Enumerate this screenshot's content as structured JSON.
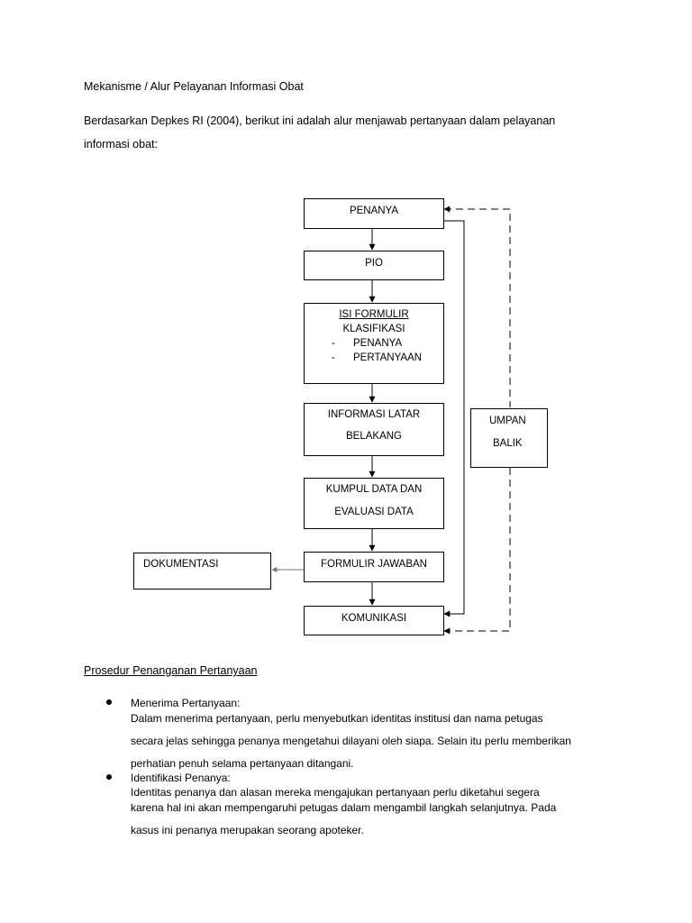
{
  "heading": {
    "title": "Mekanisme / Alur Pelayanan Informasi Obat",
    "intro_line1": "Berdasarkan Depkes RI (2004), berikut ini adalah alur menjawab pertanyaan dalam pelayanan",
    "intro_line2": "informasi obat:"
  },
  "flowchart": {
    "penanya": "PENANYA",
    "pio": "PIO",
    "isi_formulir": {
      "title": "ISI FORMULIR",
      "subtitle": "KLASIFIKASI",
      "items": [
        {
          "dash": "-",
          "label": "PENANYA"
        },
        {
          "dash": "-",
          "label": "PERTANYAAN"
        }
      ]
    },
    "informasi_latar": {
      "line1": "INFORMASI LATAR",
      "line2": "BELAKANG"
    },
    "kumpul_data": {
      "line1": "KUMPUL DATA DAN",
      "line2": "EVALUASI DATA"
    },
    "formulir_jawaban": "FORMULIR JAWABAN",
    "dokumentasi": "DOKUMENTASI",
    "komunikasi": "KOMUNIKASI",
    "umpan_balik": {
      "line1": "UMPAN",
      "line2": "BALIK"
    }
  },
  "procedure": {
    "title": "Prosedur Penanganan Pertanyaan",
    "items": [
      {
        "heading": "Menerima Pertanyaan:",
        "lines": [
          "Dalam menerima pertanyaan, perlu menyebutkan identitas institusi dan nama petugas",
          "secara jelas sehingga penanya mengetahui dilayani oleh siapa. Selain itu perlu memberikan",
          "perhatian penuh selama pertanyaan ditangani."
        ]
      },
      {
        "heading": "Identifikasi Penanya:",
        "lines": [
          "Identitas penanya dan alasan mereka mengajukan pertanyaan perlu diketahui segera",
          "karena hal ini akan mempengaruhi petugas dalam mengambil langkah selanjutnya. Pada",
          "kasus ini penanya merupakan seorang apoteker."
        ]
      }
    ]
  }
}
